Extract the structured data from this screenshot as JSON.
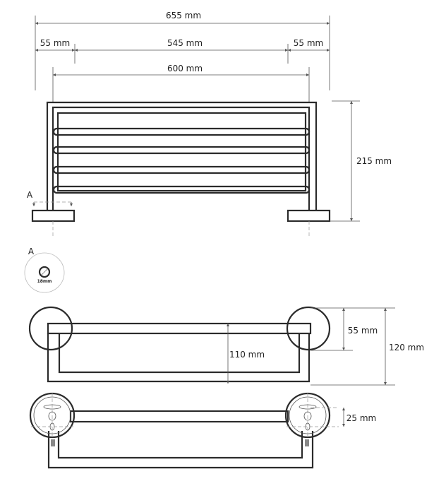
{
  "dimensions": {
    "overall_width": "655 mm",
    "left_offset": "55 mm",
    "middle_span": "545 mm",
    "right_offset": "55 mm",
    "rail_span": "600 mm",
    "height": "215 mm",
    "base_depth": "55 mm",
    "total_depth": "120 mm",
    "shelf_depth": "110 mm",
    "bar_offset": "25 mm"
  },
  "section": {
    "marker": "A",
    "detail_label": "A",
    "tube_diameter": "18mm"
  },
  "colors": {
    "line": "#2b2b2b",
    "dimension": "#555555"
  }
}
